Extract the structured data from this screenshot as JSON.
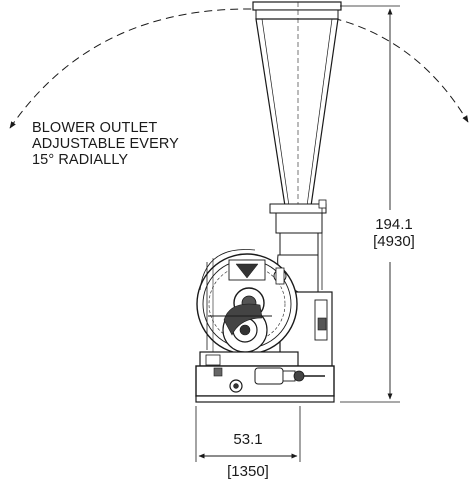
{
  "note": {
    "line1": "BLOWER OUTLET",
    "line2": "ADJUSTABLE EVERY",
    "line3": "15° RADIALLY"
  },
  "height_dimension": {
    "imperial": "194.1",
    "metric": "[4930]"
  },
  "width_dimension": {
    "imperial": "53.1",
    "metric": "[1350]"
  },
  "line_color": "#1a1a1a",
  "background_color": "#ffffff"
}
